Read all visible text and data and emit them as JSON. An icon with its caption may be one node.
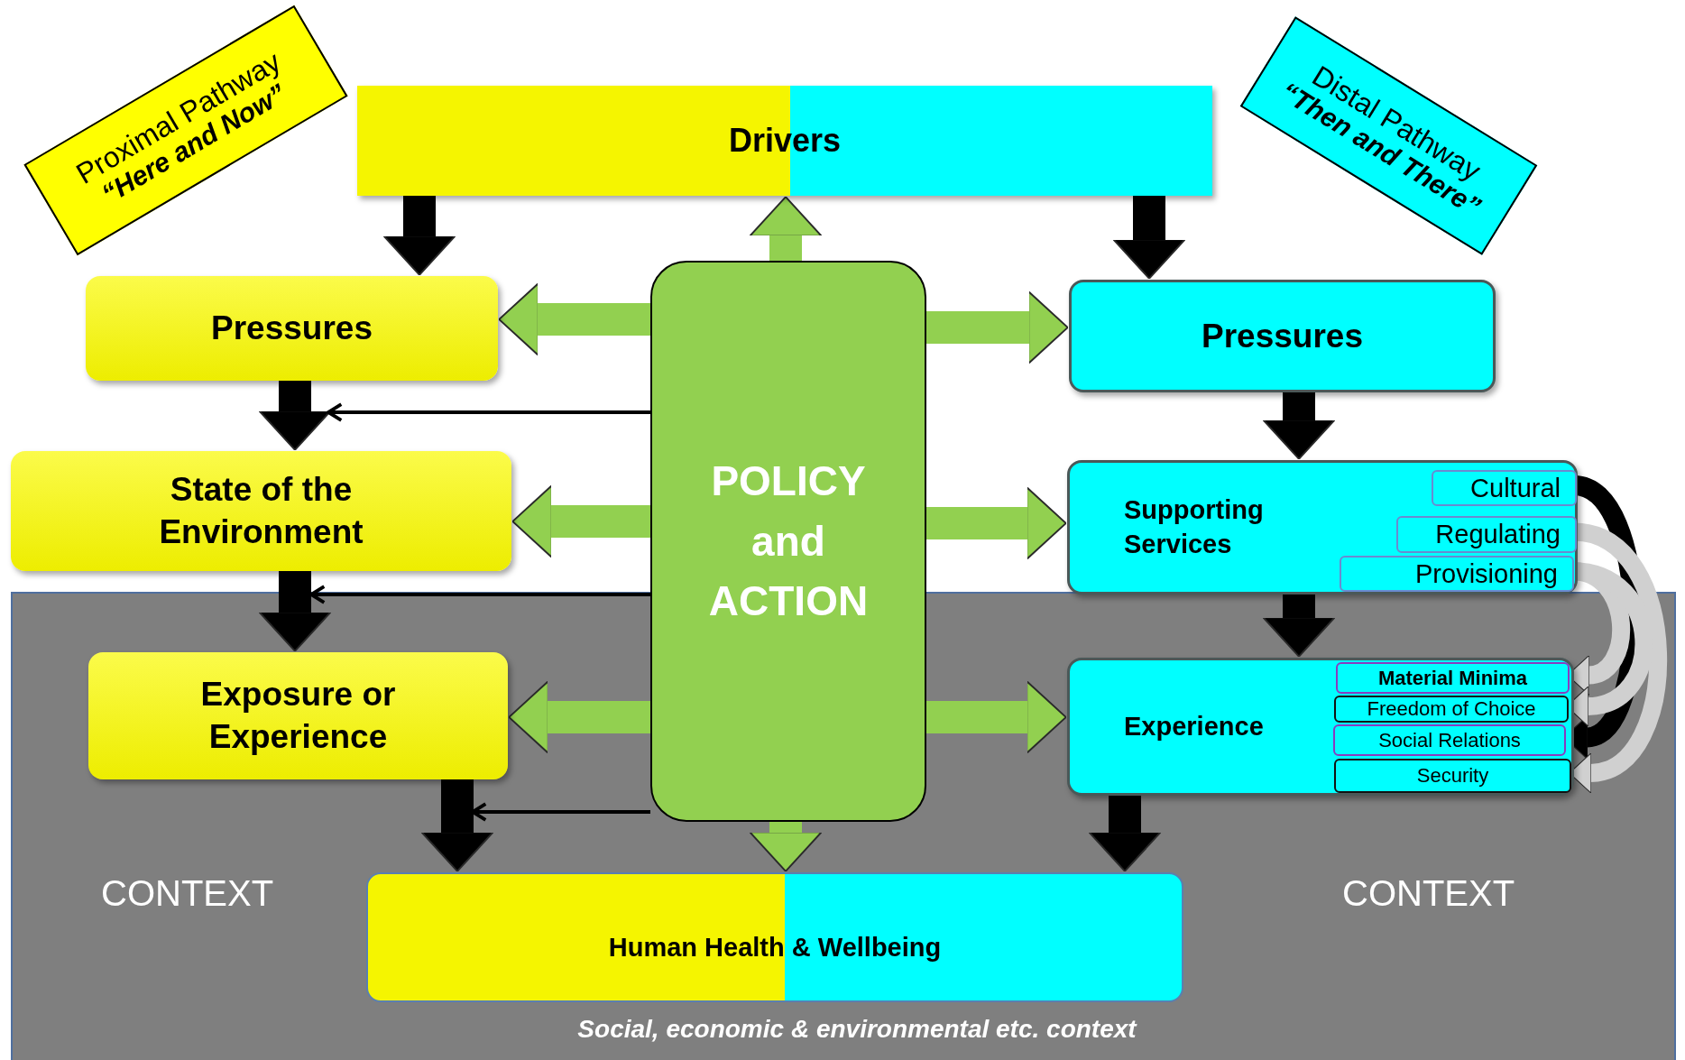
{
  "diagram": {
    "nodes": [
      {
        "text": [
          "Proximal Pathway",
          "“Here and Now”"
        ]
      },
      {
        "text": [
          "Distal Pathway",
          "“Then and There”"
        ]
      },
      {
        "text": [
          "Drivers"
        ]
      },
      {
        "text": [
          "Pressures"
        ]
      },
      {
        "text": [
          "State of the Environment"
        ]
      },
      {
        "text": [
          "Exposure or Experience"
        ]
      },
      {
        "text": [
          "Human Health & Wellbeing"
        ]
      },
      {
        "text": [
          "POLICY and ACTION"
        ]
      },
      {
        "text": [
          "Pressures"
        ]
      },
      {
        "text": [
          "Supporting Services"
        ]
      },
      {
        "text": [
          "Cultural"
        ],
        "in": 9
      },
      {
        "text": [
          "Regulating"
        ],
        "in": 9
      },
      {
        "text": [
          "Provisioning"
        ],
        "in": 9
      },
      {
        "text": [
          "Experience"
        ]
      },
      {
        "text": [
          "Material Minima"
        ],
        "in": 13
      },
      {
        "text": [
          "Freedom of Choice"
        ],
        "in": 13
      },
      {
        "text": [
          "Social Relations"
        ],
        "in": 13
      },
      {
        "text": [
          "Security"
        ],
        "in": 13
      }
    ],
    "edges": [
      {
        "from": 2,
        "to": 3,
        "arrow": "to"
      },
      {
        "from": 2,
        "to": 8,
        "arrow": "to"
      },
      {
        "from": 3,
        "to": 4,
        "arrow": "to"
      },
      {
        "from": 4,
        "to": 5,
        "arrow": "to"
      },
      {
        "from": 5,
        "to": 6,
        "arrow": "to"
      },
      {
        "from": 8,
        "to": 9,
        "arrow": "to"
      },
      {
        "from": 9,
        "to": 13,
        "arrow": "to"
      },
      {
        "from": 13,
        "to": 6,
        "arrow": "to"
      },
      {
        "from": 7,
        "to": 2,
        "arrow": "to",
        "color": "#92d050"
      },
      {
        "from": 7,
        "to": 3,
        "arrow": "to",
        "color": "#92d050"
      },
      {
        "from": 7,
        "to": 4,
        "arrow": "to",
        "color": "#92d050"
      },
      {
        "from": 7,
        "to": 5,
        "arrow": "to",
        "color": "#92d050"
      },
      {
        "from": 7,
        "to": 6,
        "arrow": "to",
        "color": "#92d050"
      },
      {
        "from": 7,
        "to": 8,
        "arrow": "to",
        "color": "#92d050"
      },
      {
        "from": 7,
        "to": 9,
        "arrow": "to",
        "color": "#92d050"
      },
      {
        "from": 7,
        "to": 13,
        "arrow": "to",
        "color": "#92d050"
      },
      {
        "from": 7,
        "to": 3,
        "arrow": "to"
      },
      {
        "from": 7,
        "to": 4,
        "arrow": "to"
      },
      {
        "from": 7,
        "to": 5,
        "arrow": "to"
      },
      {
        "from": 10,
        "to": 16,
        "arrow": "to"
      },
      {
        "from": 11,
        "to": 17,
        "arrow": "to",
        "color": "#d0d0d0"
      },
      {
        "from": 12,
        "to": 14,
        "arrow": "to",
        "color": "#d0d0d0"
      },
      {
        "from": 12,
        "to": 15,
        "arrow": "to",
        "color": "#d0d0d0"
      }
    ],
    "labels": [
      "CONTEXT",
      "CONTEXT",
      "Social, economic & environmental etc. context"
    ]
  }
}
